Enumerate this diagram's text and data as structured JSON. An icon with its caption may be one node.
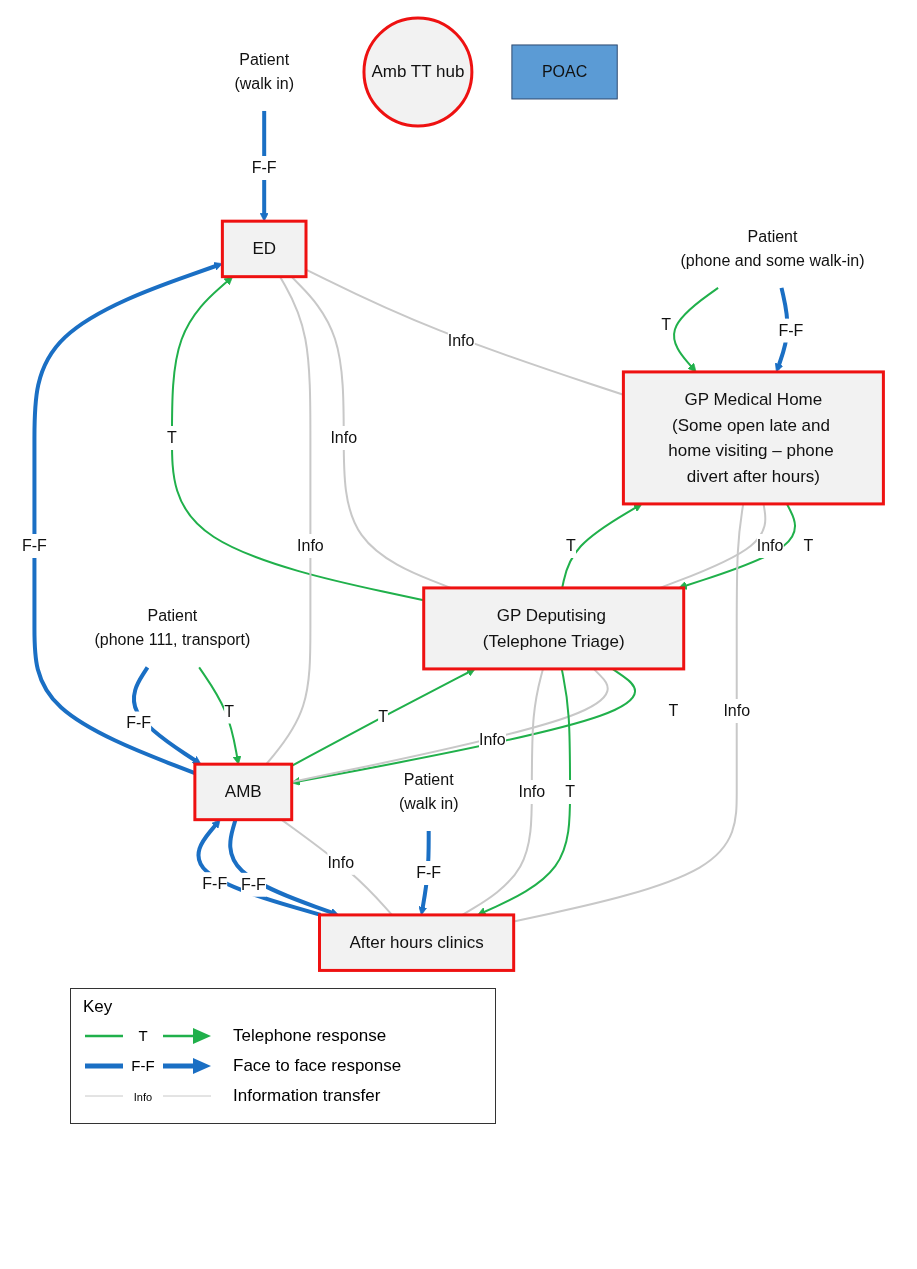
{
  "diagram": {
    "nodes": [
      {
        "text": [
          "Patient",
          "(walk in)"
        ]
      },
      {
        "text": [
          "ED"
        ]
      },
      {
        "text": [
          "Patient",
          "(phone and some walk-in)"
        ]
      },
      {
        "text": [
          "GP Medical Home",
          "(Some open late and home visiting – phone divert after hours)"
        ]
      },
      {
        "text": [
          "Amb TT hub"
        ]
      },
      {
        "text": [
          "GP Deputising (Telephone Triage)"
        ]
      },
      {
        "text": [
          "AMB"
        ]
      },
      {
        "text": [
          "After hours clinics"
        ]
      },
      {
        "text": [
          "POAC"
        ]
      },
      {
        "text": [
          "Patient",
          "(phone 111, transport)"
        ]
      },
      {
        "text": [
          "Patient",
          "(walk in)"
        ]
      }
    ],
    "edges": [
      {
        "from": 0,
        "to": 1,
        "arrow": "to",
        "label": "F-F",
        "style": "thick",
        "color": "#1a6fc4"
      },
      {
        "from": 2,
        "to": 3,
        "arrow": "to",
        "label": "F-F",
        "style": "thick",
        "color": "#1a6fc4"
      },
      {
        "from": 2,
        "to": 3,
        "arrow": "to",
        "label": "T",
        "color": "#20b04b"
      },
      {
        "from": 1,
        "to": 3,
        "arrow": "none",
        "label": "Info",
        "color": "#c8c8c8"
      },
      {
        "from": 5,
        "to": 1,
        "arrow": "to",
        "label": "T",
        "color": "#20b04b"
      },
      {
        "from": 1,
        "to": 5,
        "arrow": "none",
        "label": "Info",
        "color": "#c8c8c8"
      },
      {
        "from": 5,
        "to": 3,
        "arrow": "to",
        "label": "T",
        "color": "#20b04b"
      },
      {
        "from": 3,
        "to": 5,
        "arrow": "to",
        "label": "T",
        "color": "#20b04b"
      },
      {
        "from": 3,
        "to": 5,
        "arrow": "none",
        "label": "Info",
        "color": "#c8c8c8"
      },
      {
        "from": 6,
        "to": 1,
        "arrow": "to",
        "label": "F-F",
        "style": "thick",
        "color": "#1a6fc4"
      },
      {
        "from": 1,
        "to": 6,
        "arrow": "none",
        "label": "Info",
        "color": "#c8c8c8"
      },
      {
        "from": 5,
        "to": 6,
        "arrow": "to",
        "label": "T",
        "color": "#20b04b"
      },
      {
        "from": 6,
        "to": 5,
        "arrow": "to",
        "label": "T",
        "color": "#20b04b"
      },
      {
        "from": 5,
        "to": 6,
        "arrow": "none",
        "label": "Info",
        "color": "#c8c8c8"
      },
      {
        "from": 5,
        "to": 7,
        "arrow": "to",
        "label": "T",
        "color": "#20b04b"
      },
      {
        "from": 5,
        "to": 7,
        "arrow": "none",
        "label": "Info",
        "color": "#c8c8c8"
      },
      {
        "from": 3,
        "to": 7,
        "arrow": "none",
        "label": "Info",
        "color": "#c8c8c8"
      },
      {
        "from": 7,
        "to": 6,
        "arrow": "to",
        "label": "F-F",
        "style": "thick",
        "color": "#1a6fc4"
      },
      {
        "from": 6,
        "to": 7,
        "arrow": "none",
        "label": "Info",
        "color": "#c8c8c8"
      },
      {
        "from": 6,
        "to": 7,
        "arrow": "to",
        "label": "F-F",
        "style": "thick",
        "color": "#1a6fc4"
      },
      {
        "from": 9,
        "to": 6,
        "arrow": "to",
        "label": "T",
        "color": "#20b04b"
      },
      {
        "from": 9,
        "to": 6,
        "arrow": "to",
        "label": "F-F",
        "style": "thick",
        "color": "#1a6fc4"
      },
      {
        "from": 10,
        "to": 7,
        "arrow": "to",
        "label": "F-F",
        "style": "thick",
        "color": "#1a6fc4"
      }
    ],
    "labels": [
      "Key",
      "T",
      "F-F",
      "Info"
    ],
    "legend": [
      {
        "text": "Telephone response"
      },
      {
        "text": "Face to face response"
      },
      {
        "text": "Information transfer"
      }
    ]
  }
}
